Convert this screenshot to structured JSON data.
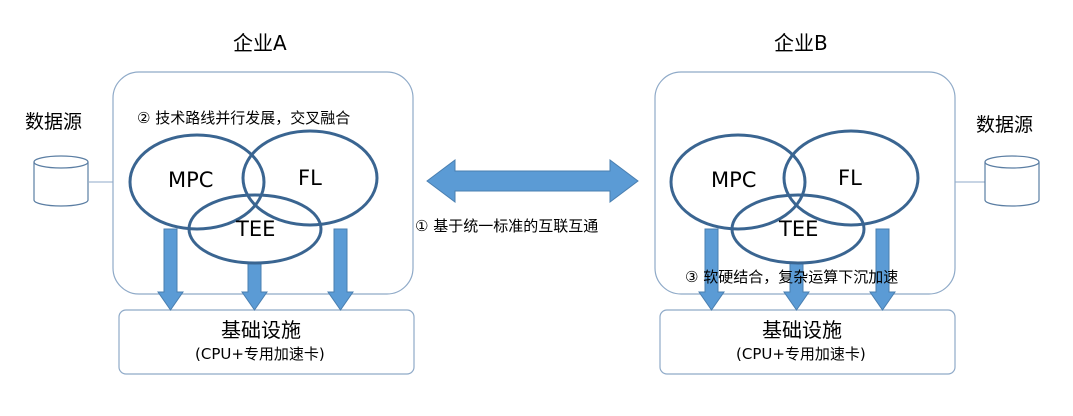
{
  "enterprise_a": {
    "title": "企业A",
    "data_source": "数据源",
    "note": "②  技术路线并行发展，交叉融合",
    "circles": {
      "mpc": "MPC",
      "fl": "FL",
      "tee": "TEE"
    },
    "infra_title": "基础设施",
    "infra_sub": "(CPU+专用加速卡)"
  },
  "enterprise_b": {
    "title": "企业B",
    "data_source": "数据源",
    "note": "③  软硬结合，复杂运算下沉加速",
    "circles": {
      "mpc": "MPC",
      "fl": "FL",
      "tee": "TEE"
    },
    "infra_title": "基础设施",
    "infra_sub": "(CPU+专用加速卡)"
  },
  "interconnect_note": "①  基于统一标准的互联互通",
  "colors": {
    "circle_stroke": "#3a6591",
    "arrow_fill": "#5b9bd5",
    "arrow_stroke": "#4a7fb0",
    "box_stroke": "#8faac8"
  }
}
